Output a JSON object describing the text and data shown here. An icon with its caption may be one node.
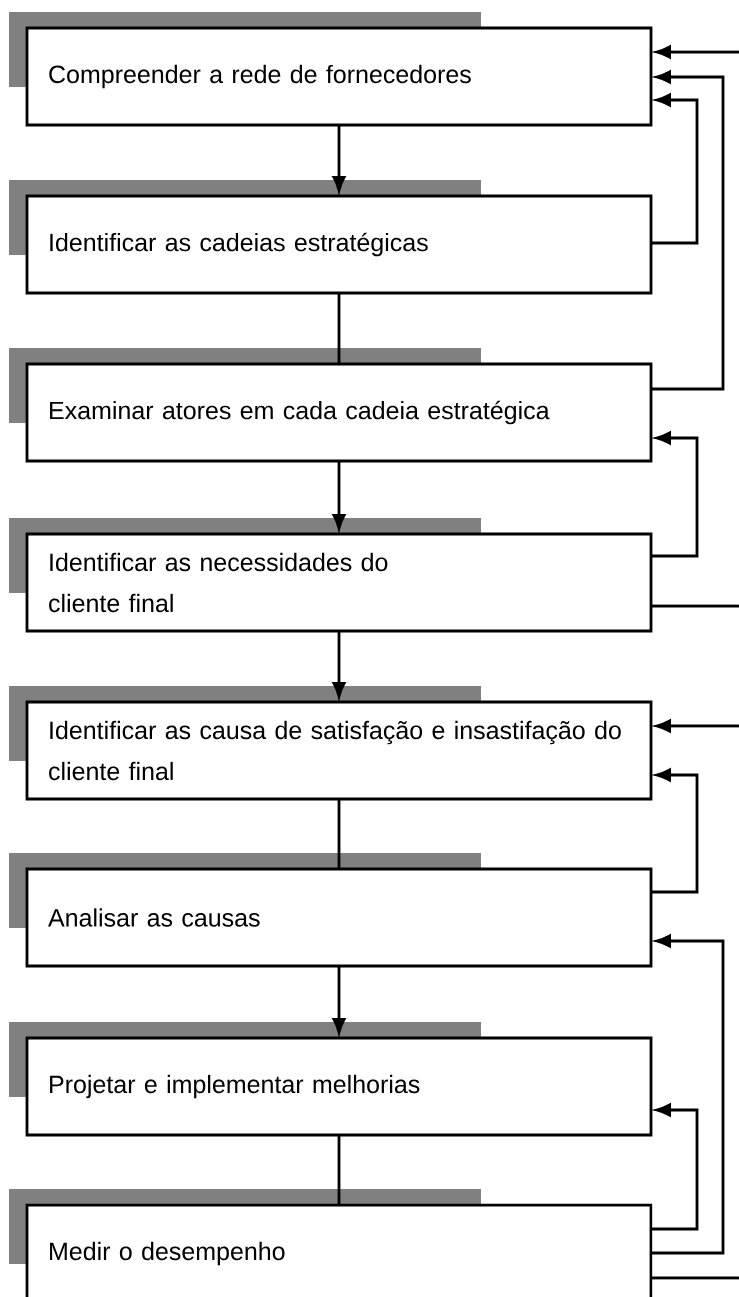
{
  "diagram": {
    "nodes": [
      {
        "text": [
          "Compreender a rede de fornecedores"
        ]
      },
      {
        "text": [
          "Identificar as cadeias estratégicas"
        ]
      },
      {
        "text": [
          "Examinar atores em cada cadeia estratégica"
        ]
      },
      {
        "text": [
          "Identificar as necessidades do cliente final"
        ]
      },
      {
        "text": [
          "Identificar as causa de satisfação e insastifação do cliente final"
        ]
      },
      {
        "text": [
          "Analisar as causas"
        ]
      },
      {
        "text": [
          "Projetar e implementar melhorias"
        ]
      },
      {
        "text": [
          "Medir o desempenho"
        ]
      }
    ],
    "edges": [
      {
        "from": 0,
        "to": 1,
        "arrow": "to"
      },
      {
        "from": 1,
        "to": 2,
        "arrow": "none"
      },
      {
        "from": 2,
        "to": 3,
        "arrow": "to"
      },
      {
        "from": 3,
        "to": 4,
        "arrow": "to"
      },
      {
        "from": 4,
        "to": 5,
        "arrow": "none"
      },
      {
        "from": 5,
        "to": 6,
        "arrow": "to"
      },
      {
        "from": 6,
        "to": 7,
        "arrow": "none"
      },
      {
        "from": null,
        "to": 0,
        "arrow": "to"
      },
      {
        "from": 2,
        "to": 0,
        "arrow": "to"
      },
      {
        "from": 1,
        "to": 0,
        "arrow": "to"
      },
      {
        "from": 3,
        "to": 2,
        "arrow": "to"
      },
      {
        "from": 3,
        "to": null,
        "arrow": "none"
      },
      {
        "from": null,
        "to": 4,
        "arrow": "to"
      },
      {
        "from": 5,
        "to": 4,
        "arrow": "to"
      },
      {
        "from": 7,
        "to": 6,
        "arrow": "to"
      },
      {
        "from": 7,
        "to": 5,
        "arrow": "to"
      },
      {
        "from": 7,
        "to": null,
        "arrow": "none"
      }
    ]
  }
}
